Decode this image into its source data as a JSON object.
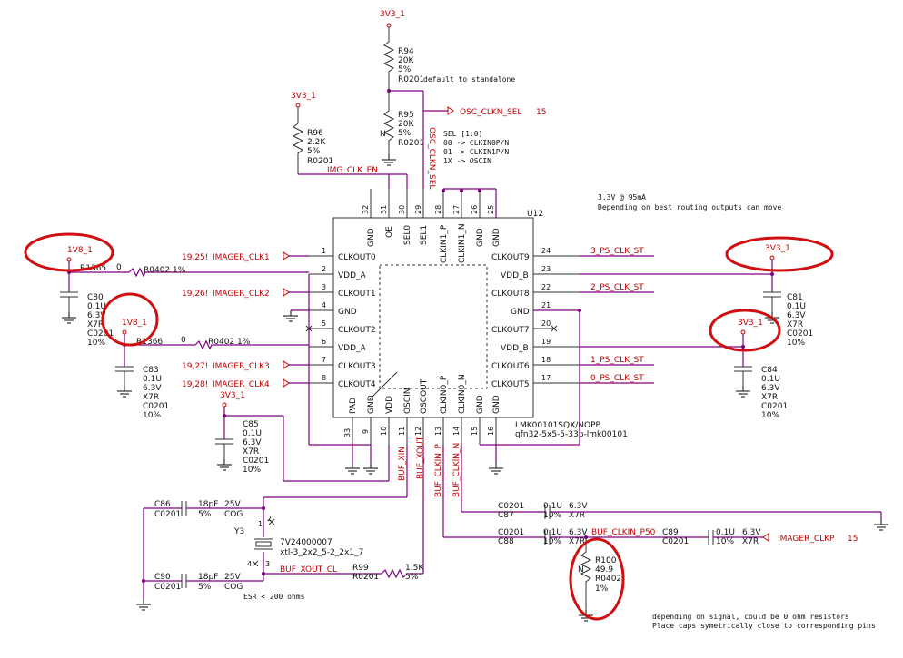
{
  "colors": {
    "wire": "#800080",
    "component": "#303030",
    "net_label": "#c00000",
    "highlight": "#d01010"
  },
  "power": {
    "p1": "3V3_1",
    "p2": "3V3_1",
    "p3": "1V8_1",
    "p4": "1V8_1",
    "p5": "3V3_1",
    "p6": "3V3_1",
    "p7": "3V3_1"
  },
  "r94": {
    "ref": "R94",
    "val": "20K",
    "tol": "5%",
    "pkg": "R0201",
    "note": "default to standalone"
  },
  "r95": {
    "ref": "R95",
    "val": "20K",
    "tol": "5%",
    "pkg": "R0201",
    "nm": "N"
  },
  "r96": {
    "ref": "R96",
    "val": "2.2K",
    "tol": "5%",
    "pkg": "R0201"
  },
  "osc": {
    "net": "OSC_CLKN_SEL",
    "page": "15",
    "vert": "OSC_CLKN_SEL"
  },
  "sel_note": {
    "l1": "SEL [1:0]",
    "l2": "00 -> CLKIN0P/N",
    "l3": "01 -> CLKIN1P/N",
    "l4": "1X -> OSCIN"
  },
  "img_clk_en": "IMG_CLK_EN",
  "u12": {
    "ref": "U12",
    "part": "LMK00101SQX/NOPB",
    "pkg": "qfn32-5x5-5-33p-lmk00101",
    "note1": "3.3V @ 95mA",
    "note2": "Depending on best routing outputs can move",
    "top_names": [
      "GND",
      "OE",
      "SEL0",
      "SEL1",
      "CLKIN1_P",
      "CLKIN1_N",
      "GND"
    ],
    "top_nums": [
      "32",
      "31",
      "30",
      "29",
      "28",
      "27",
      "26",
      "25"
    ],
    "left_names": [
      "CLKOUT0",
      "VDD_A",
      "CLKOUT1",
      "GND",
      "CLKOUT2",
      "VDD_A",
      "CLKOUT3",
      "CLKOUT4"
    ],
    "left_nums": [
      "1",
      "2",
      "3",
      "4",
      "5",
      "6",
      "7",
      "8"
    ],
    "right_names": [
      "CLKOUT9",
      "VDD_B",
      "CLKOUT8",
      "GND",
      "CLKOUT7",
      "VDD_B",
      "CLKOUT6",
      "CLKOUT5"
    ],
    "right_nums": [
      "24",
      "23",
      "22",
      "21",
      "20",
      "19",
      "18",
      "17"
    ],
    "bot_names": [
      "PAD",
      "GND",
      "VDD",
      "OSCIN",
      "OSCOUT",
      "CLKIN0_P",
      "CLKIN0_N",
      "GND",
      "GND"
    ],
    "bot_nums": [
      "33",
      "9",
      "10",
      "11",
      "12",
      "13",
      "14",
      "15",
      "16"
    ]
  },
  "nets": {
    "clk1": "IMAGER_CLK1",
    "clk1_pg": "19,25!",
    "clk2": "IMAGER_CLK2",
    "clk2_pg": "19,26!",
    "clk3": "IMAGER_CLK3",
    "clk3_pg": "19,27!",
    "clk4": "IMAGER_CLK4",
    "clk4_pg": "19,28!",
    "ps3": "3_PS_CLK_ST",
    "ps2": "2_PS_CLK_ST",
    "ps1": "1_PS_CLK_ST",
    "ps0": "0_PS_CLK_ST",
    "buf_xin": "BUF_XIN",
    "buf_xout": "BUF_XOUT",
    "buf_clkin_p": "BUF_CLKIN_P",
    "buf_clkin_n": "BUF_CLKIN_N",
    "buf_xout_cl": "BUF_XOUT_CL",
    "buf_clkin_p50": "BUF_CLKIN_P50",
    "imager_clkp": "IMAGER_CLKP",
    "imager_clkp_pg": "15"
  },
  "r1365": {
    "ref": "R1365",
    "val": "0",
    "pkg": "R0402 1%"
  },
  "r1366": {
    "ref": "R1366",
    "val": "0",
    "pkg": "R0402 1%"
  },
  "c80": {
    "ref": "C80",
    "val": "0.1U",
    "v": "6.3V",
    "d": "X7R",
    "pkg": "C0201",
    "tol": "10%"
  },
  "c83": {
    "ref": "C83",
    "val": "0.1U",
    "v": "6.3V",
    "d": "X7R",
    "pkg": "C0201",
    "tol": "10%"
  },
  "c81": {
    "ref": "C81",
    "val": "0.1U",
    "v": "6.3V",
    "d": "X7R",
    "pkg": "C0201",
    "tol": "10%"
  },
  "c84": {
    "ref": "C84",
    "val": "0.1U",
    "v": "6.3V",
    "d": "X7R",
    "pkg": "C0201",
    "tol": "10%"
  },
  "c85": {
    "ref": "C85",
    "val": "0.1U",
    "v": "6.3V",
    "d": "X7R",
    "pkg": "C0201",
    "tol": "10%"
  },
  "c86": {
    "ref": "C86",
    "pkg": "C0201",
    "val": "18pF",
    "tol": "5%",
    "v": "25V",
    "d": "COG"
  },
  "c90": {
    "ref": "C90",
    "pkg": "C0201",
    "val": "18pF",
    "tol": "5%",
    "v": "25V",
    "d": "COG"
  },
  "c87": {
    "ref": "C87",
    "pkg": "C0201",
    "val": "0.1U",
    "tol": "10%",
    "v": "6.3V",
    "d": "X7R"
  },
  "c88": {
    "ref": "C88",
    "pkg": "C0201",
    "val": "0.1U",
    "tol": "10%",
    "v": "6.3V",
    "d": "X7R"
  },
  "c89": {
    "ref": "C89",
    "pkg": "C0201",
    "val": "0.1U",
    "tol": "10%",
    "v": "6.3V",
    "d": "X7R"
  },
  "y3": {
    "ref": "Y3",
    "part": "7V24000007",
    "pkg": "xtl-3_2x2_5-2_2x1_7",
    "p1": "1",
    "p2": "2",
    "p3": "3",
    "p4": "4"
  },
  "r99": {
    "ref": "R99",
    "pkg": "R0201",
    "val": "1.5K",
    "tol": "5%"
  },
  "r100": {
    "ref": "R100",
    "val": "49.9",
    "pkg": "R0402",
    "tol": "1%",
    "nm": "N"
  },
  "esr": "ESR < 200 ohms",
  "foot1": "depending on signal, could be 0 ohm resistors",
  "foot2": "Place caps symetrically close to corresponding pins"
}
